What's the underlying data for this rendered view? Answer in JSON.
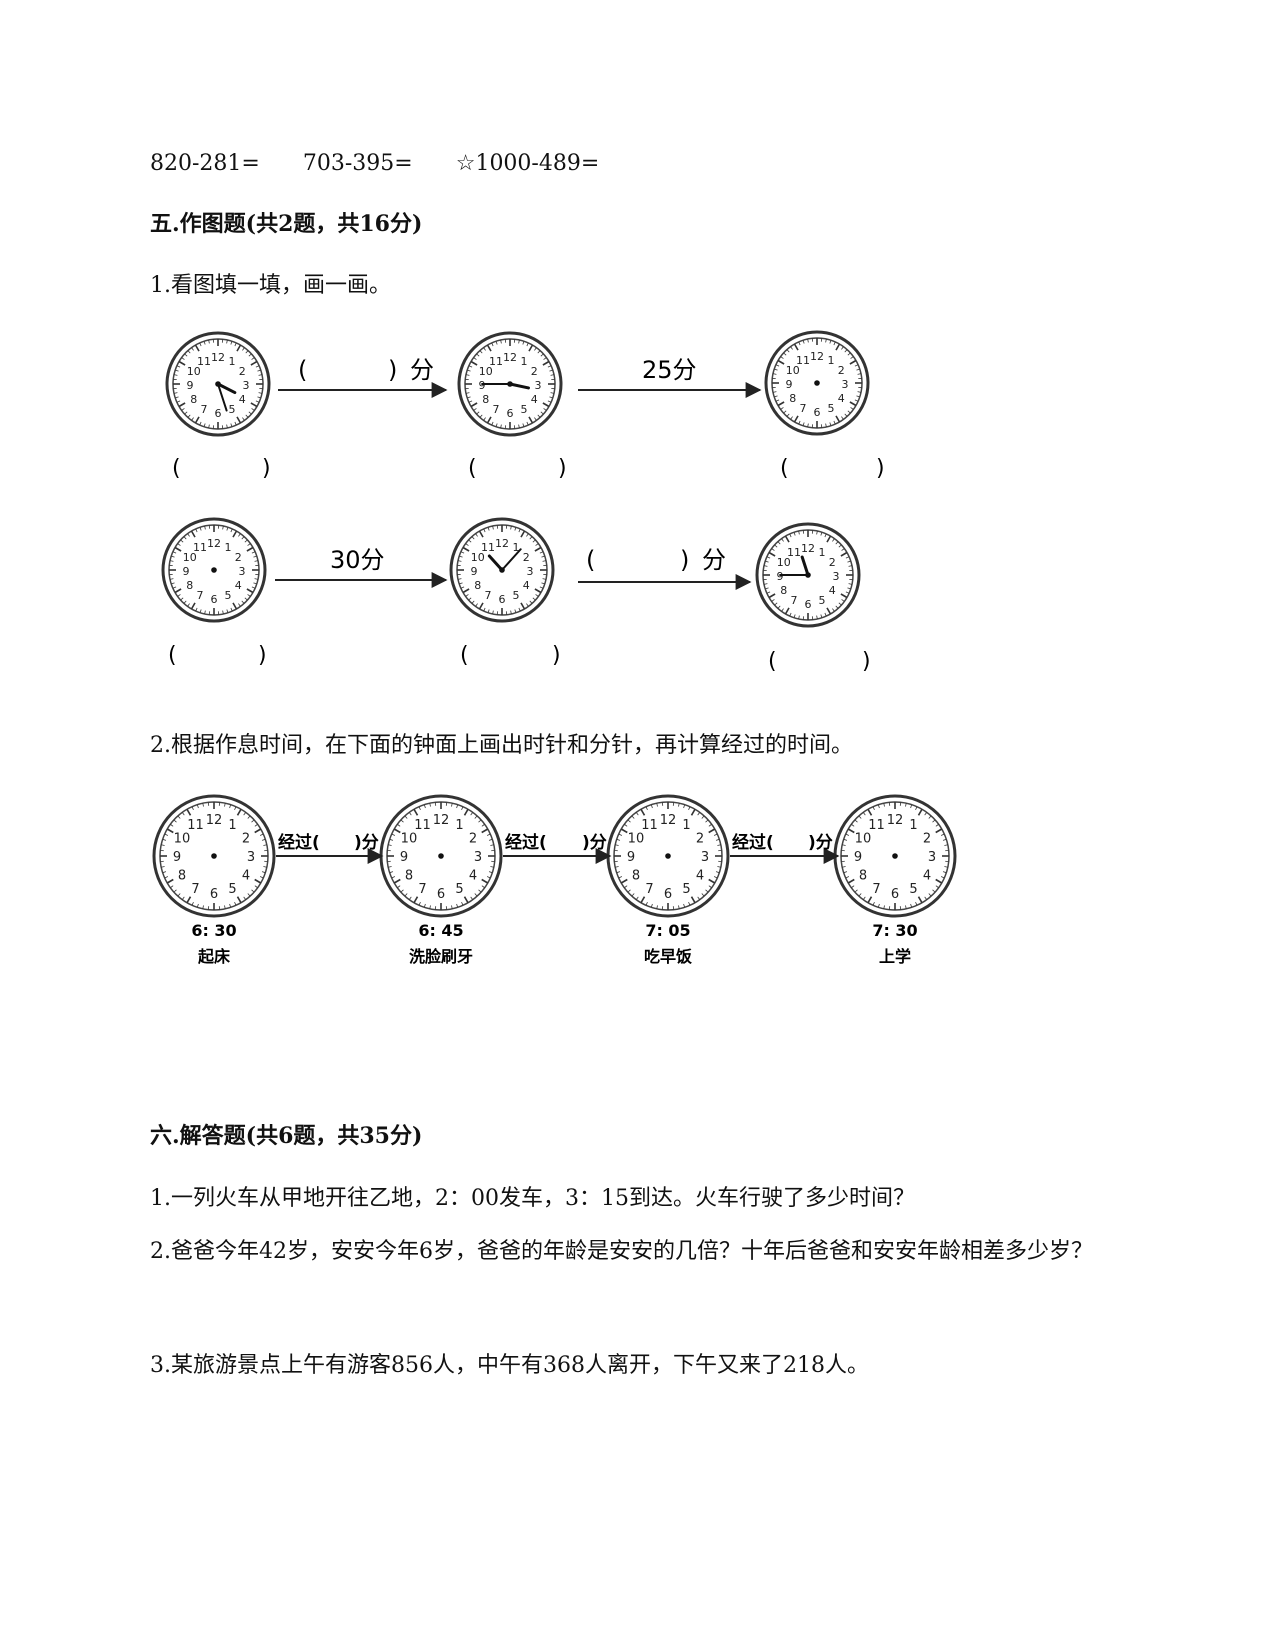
{
  "calc": {
    "items": [
      "820-281=",
      "703-395=",
      "☆1000-489="
    ]
  },
  "section5": {
    "title": "五.作图题(共2题，共16分)",
    "q1": {
      "text": "1.看图填一填，画一画。",
      "minute_unit": "分",
      "blank_left": "(",
      "blank_right": ")",
      "arrow_label_r1": "25分",
      "arrow_label_r2": "30分",
      "clock_numbers": [
        "12",
        "1",
        "2",
        "3",
        "4",
        "5",
        "6",
        "7",
        "8",
        "9",
        "10",
        "11"
      ],
      "clocks": [
        {
          "hour": 3.9,
          "minute": 27,
          "shows_hands": true
        },
        {
          "hour": 3.4,
          "minute": 45,
          "shows_hands": true
        },
        {
          "shows_hands": false
        },
        {
          "shows_hands": false
        },
        {
          "hour": 10.6,
          "minute": 7,
          "shows_hands": true
        },
        {
          "hour": 11.4,
          "minute": 45,
          "shows_hands": true
        }
      ]
    },
    "q2": {
      "text": "2.根据作息时间，在下面的钟面上画出时针和分针，再计算经过的时间。",
      "arrow_label_prefix": "经过(",
      "arrow_label_suffix": ")分",
      "schedule": [
        {
          "time": "6: 30",
          "activity": "起床"
        },
        {
          "time": "6: 45",
          "activity": "洗脸刷牙"
        },
        {
          "time": "7: 05",
          "activity": "吃早饭"
        },
        {
          "time": "7: 30",
          "activity": "上学"
        }
      ]
    }
  },
  "section6": {
    "title": "六.解答题(共6题，共35分)",
    "q1": "1.一列火车从甲地开往乙地，2：00发车，3：15到达。火车行驶了多少时间？",
    "q2": "2.爸爸今年42岁，安安今年6岁，爸爸的年龄是安安的几倍？十年后爸爸和安安年龄相差多少岁？",
    "q3": "3.某旅游景点上午有游客856人，中午有368人离开，下午又来了218人。"
  }
}
